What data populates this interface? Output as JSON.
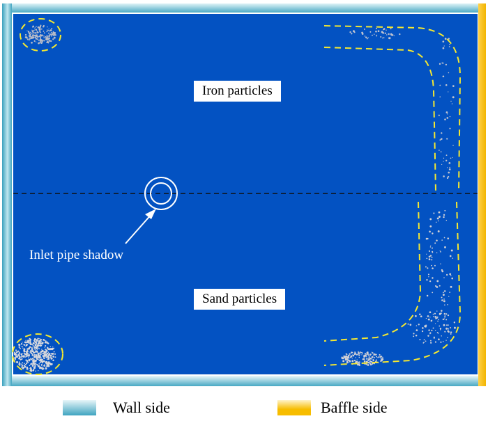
{
  "labels": {
    "iron": "Iron particles",
    "sand": "Sand particles",
    "inlet": "Inlet pipe shadow"
  },
  "legend": [
    {
      "label": "Wall side",
      "color": "#47a8c3"
    },
    {
      "label": "Baffle side",
      "color": "#f7bd00"
    }
  ],
  "colors": {
    "field": "#0352c2",
    "outline": "#f5e830"
  }
}
